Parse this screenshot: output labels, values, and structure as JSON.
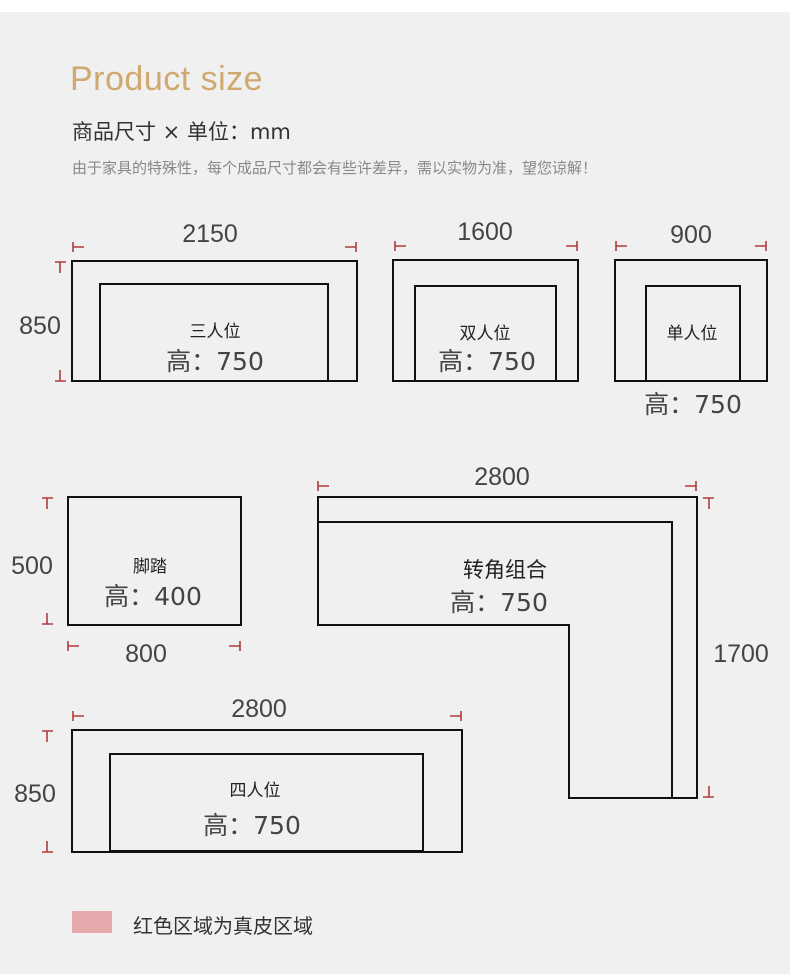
{
  "header": {
    "title": "Product size",
    "subtitle": "商品尺寸 × 单位：mm",
    "note": "由于家具的特殊性，每个成品尺寸都会有些许差异，需以实物为准，望您谅解！"
  },
  "items": {
    "three_seat": {
      "label": "三人位",
      "height": "高：750",
      "width": "2150",
      "depth": "850"
    },
    "two_seat": {
      "label": "双人位",
      "height": "高：750",
      "width": "1600"
    },
    "single_seat": {
      "label": "单人位",
      "height": "高：750",
      "width": "900"
    },
    "footstool": {
      "label": "脚踏",
      "height": "高：400",
      "width": "800",
      "depth": "500"
    },
    "corner": {
      "label": "转角组合",
      "height": "高：750",
      "width": "2800",
      "depth": "1700"
    },
    "four_seat": {
      "label": "四人位",
      "height": "高：750",
      "width": "2800",
      "depth": "850"
    }
  },
  "legend": {
    "text": "红色区域为真皮区域",
    "color": "#e4aaac"
  },
  "colors": {
    "title": "#cfa96d",
    "marker": "#b23a3a",
    "outline": "#111111"
  }
}
